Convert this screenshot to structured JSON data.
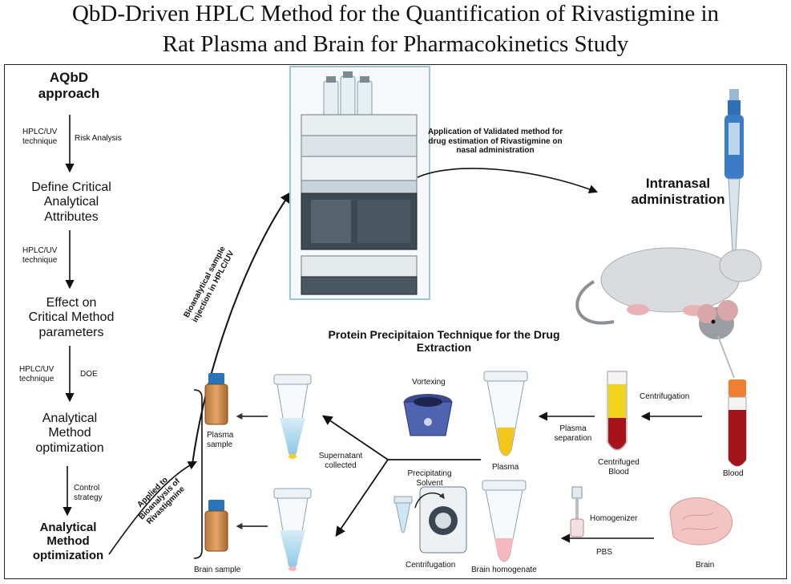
{
  "title": {
    "line1": "QbD-Driven HPLC Method for the Quantification of Rivastigmine in",
    "line2": "Rat Plasma and Brain for Pharmacokinetics Study"
  },
  "left_flow": {
    "heading_line1": "AQbD",
    "heading_line2": "approach",
    "step1_technique_line1": "HPLC/UV",
    "step1_technique_line2": "technique",
    "step1_tool": "Risk Analysis",
    "node1_line1": "Define Critical",
    "node1_line2": "Analytical",
    "node1_line3": "Attributes",
    "step2_technique_line1": "HPLC/UV",
    "step2_technique_line2": "technique",
    "node2_line1": "Effect on",
    "node2_line2": "Critical Method",
    "node2_line3": "parameters",
    "step3_technique_line1": "HPLC/UV",
    "step3_technique_line2": "technique",
    "step3_tool": "DOE",
    "node3_line1": "Analytical",
    "node3_line2": "Method",
    "node3_line3": "optimization",
    "step4_tool_line1": "Control",
    "step4_tool_line2": "strategy",
    "final_line1": "Analytical",
    "final_line2": "Method",
    "final_line3": "optimization"
  },
  "labels": {
    "injection_line1": "Bioanalytical sample",
    "injection_line2": "injection in HPLC/UV",
    "application_line1": "Application of Validated method for",
    "application_line2": "drug estimation of Rivastigmine on",
    "application_line3": "nasal administration",
    "intranasal_line1": "Intranasal",
    "intranasal_line2": "administration",
    "ppt_line1": "Protein Precipitaion Technique for the Drug",
    "ppt_line2": "Extraction",
    "applied_line1": "Applied to",
    "applied_line2": "Bioanalysis of",
    "applied_line3": "Rivastigmine",
    "plasma_sample_line1": "Plasma",
    "plasma_sample_line2": "sample",
    "brain_sample": "Brain sample",
    "supernatant_line1": "Supernatant",
    "supernatant_line2": "collected",
    "vortexing": "Vortexing",
    "precip_line1": "Precipitating",
    "precip_line2": "Solvent",
    "centrifugation_bottom": "Centrifugation",
    "plasma": "Plasma",
    "plasma_sep_line1": "Plasma",
    "plasma_sep_line2": "separation",
    "centrifuged_line1": "Centrifuged",
    "centrifuged_line2": "Blood",
    "centrifugation_top": "Centrifugation",
    "blood": "Blood",
    "brain_homogenate": "Brain homogenate",
    "homogenizer": "Homogenizer",
    "pbs": "PBS",
    "brain": "Brain"
  }
}
